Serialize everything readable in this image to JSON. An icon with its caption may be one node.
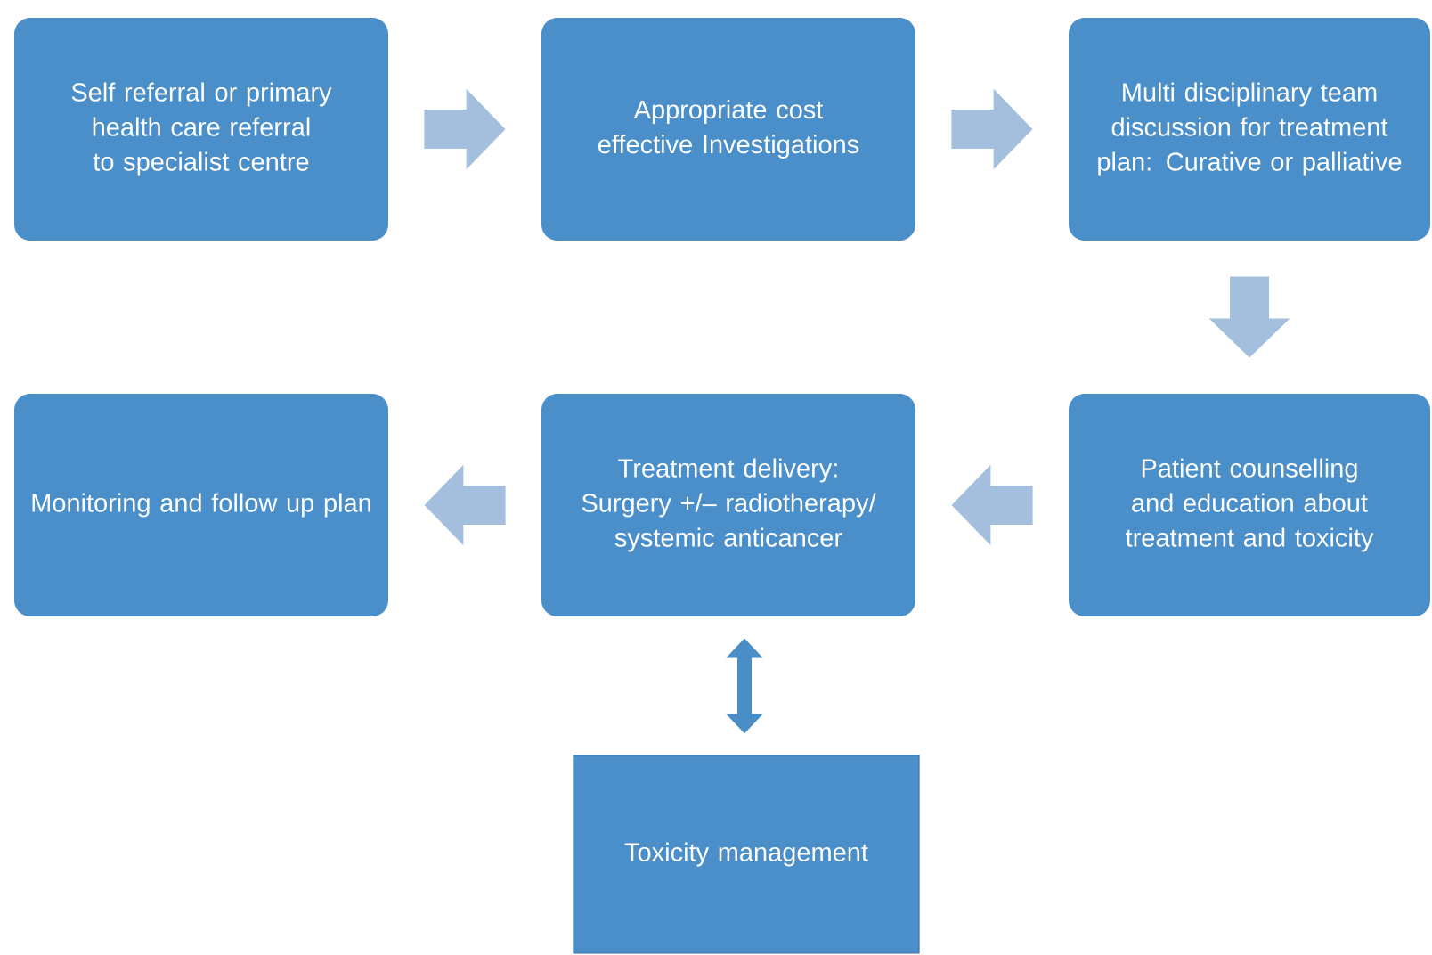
{
  "diagram": {
    "nodes": [
      {
        "text": [
          "Self referral or primary health care referral to specialist centre"
        ]
      },
      {
        "text": [
          "Appropriate cost effective Investigations"
        ]
      },
      {
        "text": [
          "Multi disciplinary team discussion for treatment plan: Curative or palliative"
        ]
      },
      {
        "text": [
          "Patient counselling and education about treatment and toxicity"
        ]
      },
      {
        "text": [
          "Treatment delivery: Surgery +/– radiotherapy/ systemic anticancer"
        ]
      },
      {
        "text": [
          "Monitoring and follow up plan"
        ]
      },
      {
        "text": [
          "Toxicity management"
        ]
      }
    ],
    "edges": [
      {
        "from": 0,
        "to": 1,
        "arrow": "to"
      },
      {
        "from": 1,
        "to": 2,
        "arrow": "to"
      },
      {
        "from": 2,
        "to": 3,
        "arrow": "to"
      },
      {
        "from": 3,
        "to": 4,
        "arrow": "to"
      },
      {
        "from": 4,
        "to": 5,
        "arrow": "to"
      },
      {
        "from": 4,
        "to": 6,
        "arrow": "both",
        "color": "#4a8ec7"
      }
    ]
  }
}
